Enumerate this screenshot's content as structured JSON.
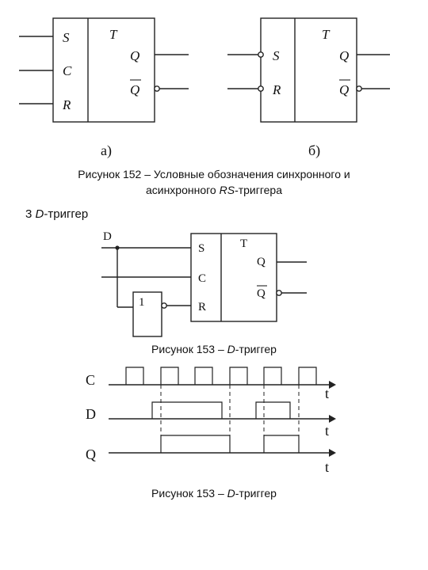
{
  "fig152": {
    "sync": {
      "title": "T",
      "inputs": [
        "S",
        "C",
        "R"
      ],
      "outputs": [
        "Q",
        "Q"
      ],
      "sublabel": "а)"
    },
    "async": {
      "title": "T",
      "inputs": [
        "S",
        "R"
      ],
      "outputs": [
        "Q",
        "Q"
      ],
      "sublabel": "б)"
    },
    "caption_line1": "Рисунок 152 – Условные обозначения синхронного и",
    "caption_line2_pre": "асинхронного ",
    "caption_line2_em": "RS",
    "caption_line2_post": "-триггера"
  },
  "section": {
    "num": "3 ",
    "em": "D",
    "rest": "-триггер"
  },
  "fig153": {
    "input_label": "D",
    "inverter_label": "1",
    "title": "T",
    "inputs": [
      "S",
      "C",
      "R"
    ],
    "outputs": [
      "Q",
      "Q"
    ],
    "caption_pre": "Рисунок 153 – ",
    "caption_em": "D",
    "caption_post": "-триггер"
  },
  "timing": {
    "signals": [
      "C",
      "D",
      "Q"
    ],
    "axis_label": "t",
    "caption_pre": "Рисунок 153 – ",
    "caption_em": "D",
    "caption_post": "-триггер"
  }
}
